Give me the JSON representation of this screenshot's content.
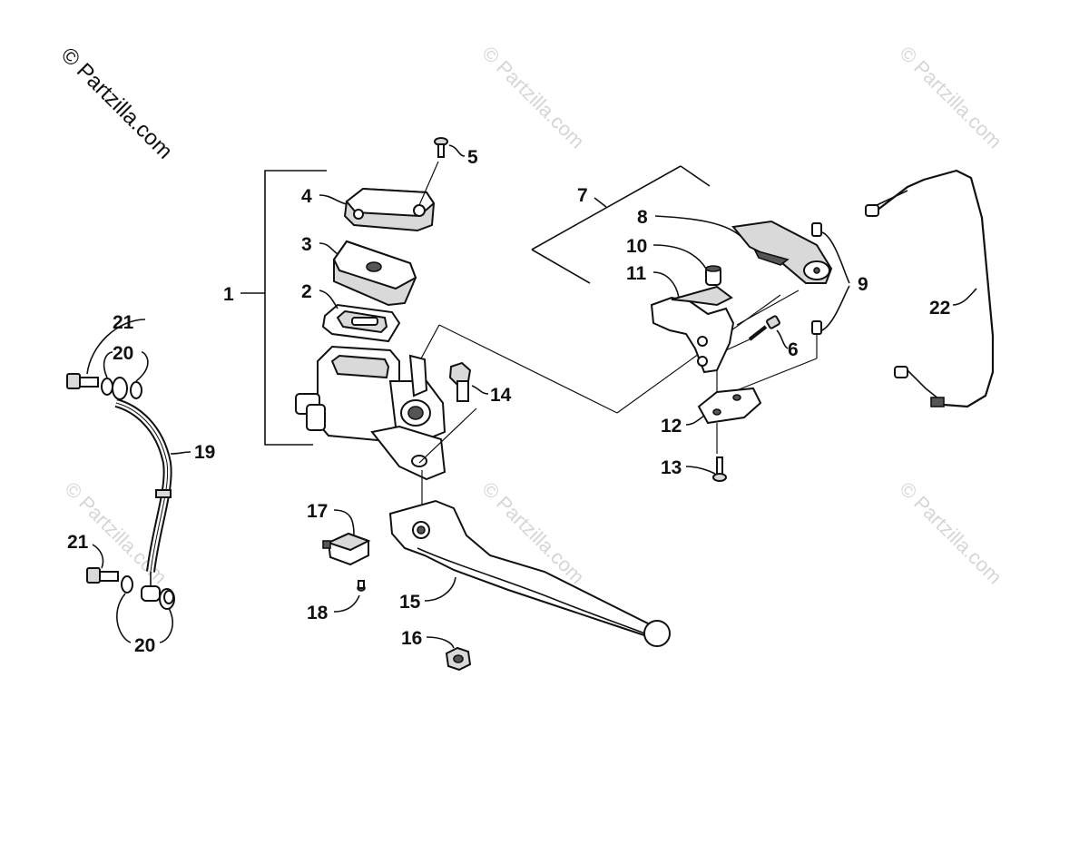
{
  "watermark": {
    "main": "© Partzilla.com",
    "faint": "© Partzilla.com"
  },
  "callouts": {
    "c1": "1",
    "c2": "2",
    "c3": "3",
    "c4": "4",
    "c5": "5",
    "c6": "6",
    "c7": "7",
    "c8": "8",
    "c9": "9",
    "c10": "10",
    "c11": "11",
    "c12": "12",
    "c13": "13",
    "c14": "14",
    "c15": "15",
    "c16": "16",
    "c17": "17",
    "c18": "18",
    "c19": "19",
    "c20a": "20",
    "c20b": "20",
    "c21a": "21",
    "c21b": "21",
    "c22": "22"
  }
}
